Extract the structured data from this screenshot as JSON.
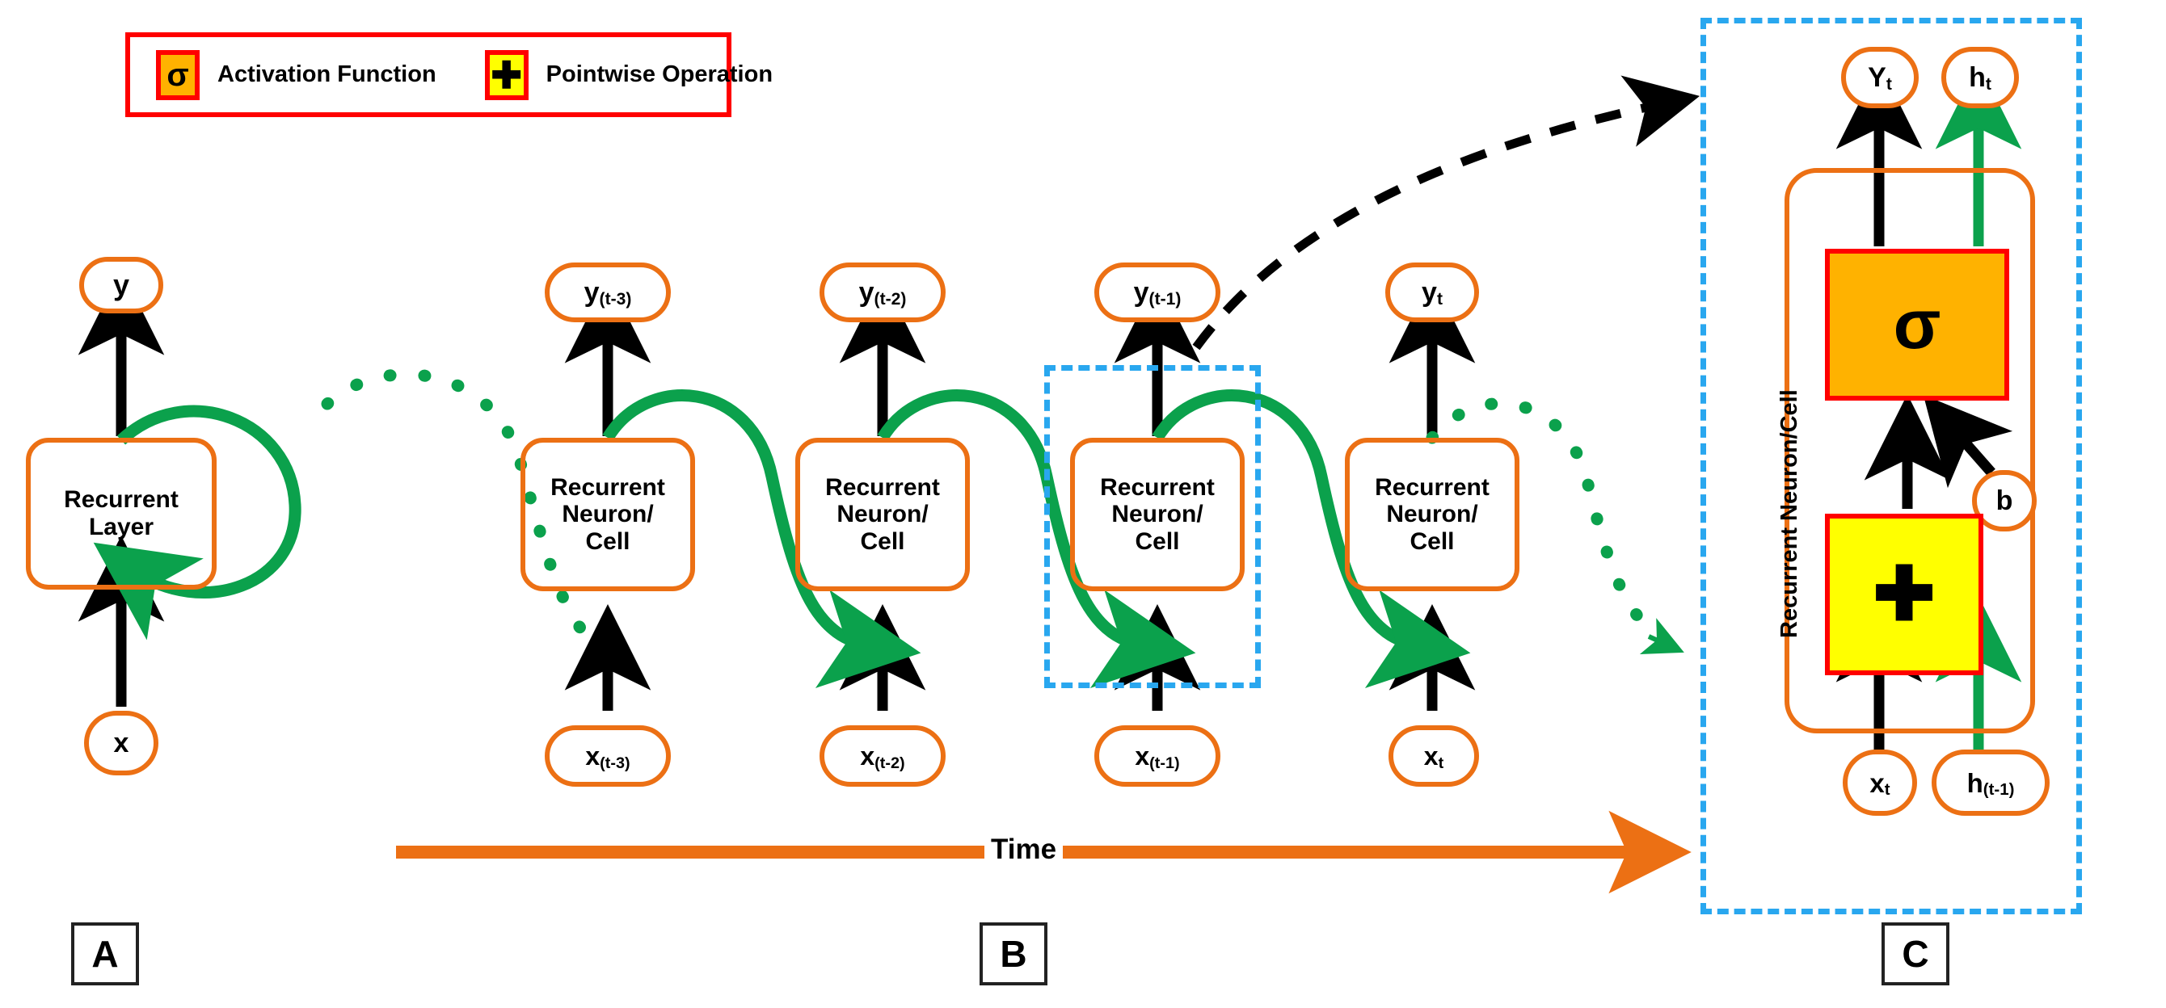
{
  "legend": {
    "items": [
      {
        "glyph": "σ",
        "label": "Activation Function",
        "swatch_color": "#ffb200",
        "border_color": "#ff0000",
        "icon": "sigma-icon"
      },
      {
        "glyph": "✚",
        "label": "Pointwise Operation",
        "swatch_color": "#ffff00",
        "border_color": "#ff0000",
        "icon": "plus-icon"
      }
    ],
    "border_color": "#ff0000"
  },
  "colors": {
    "node_border": "#ec7014",
    "recurrent_green": "#0ba14c",
    "time_arrow": "#ec7014",
    "highlight_dashed": "#29a7ef",
    "op_border": "#ff0000",
    "activation_fill": "#ffb200",
    "pointwise_fill": "#ffff00",
    "signal_black": "#000000"
  },
  "panelA": {
    "letter": "A",
    "output_label": "y",
    "cell_label": "Recurrent\nLayer",
    "cell_line1": "Recurrent",
    "cell_line2": "Layer",
    "input_label": "x"
  },
  "panelB": {
    "letter": "B",
    "time_axis_label": "Time",
    "cell_line1": "Recurrent",
    "cell_line2": "Neuron/",
    "cell_line3": "Cell",
    "steps": [
      {
        "output_base": "y",
        "output_sub": "(t-3)",
        "input_base": "x",
        "input_sub": "(t-3)",
        "highlighted": false
      },
      {
        "output_base": "y",
        "output_sub": "(t-2)",
        "input_base": "x",
        "input_sub": "(t-2)",
        "highlighted": false
      },
      {
        "output_base": "y",
        "output_sub": "(t-1)",
        "input_base": "x",
        "input_sub": "(t-1)",
        "highlighted": true
      },
      {
        "output_base": "y",
        "output_sub": "t",
        "input_base": "x",
        "input_sub": "t",
        "highlighted": false
      }
    ]
  },
  "panelC": {
    "letter": "C",
    "side_label": "Recurrent Neuron/Cell",
    "outputs": [
      {
        "base": "Y",
        "sub": "t"
      },
      {
        "base": "h",
        "sub": "t"
      }
    ],
    "activation_glyph": "σ",
    "pointwise_glyph": "✚",
    "bias_label": "b",
    "inputs": [
      {
        "base": "x",
        "sub": "t"
      },
      {
        "base": "h",
        "sub": "(t-1)"
      }
    ]
  }
}
